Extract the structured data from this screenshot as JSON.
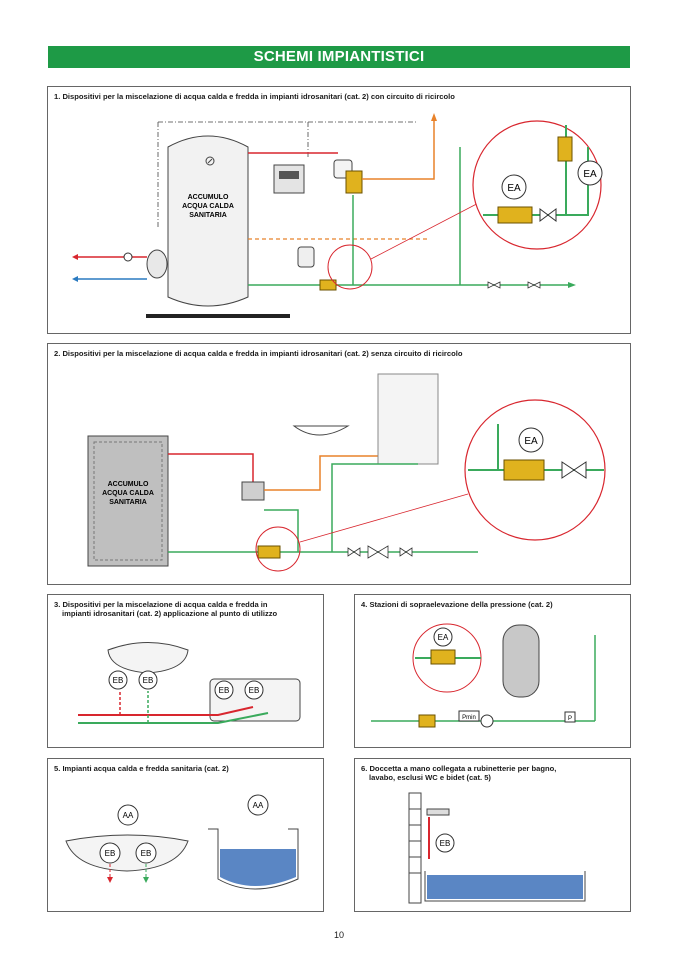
{
  "header": {
    "title": "SCHEMI IMPIANTISTICI"
  },
  "sections": [
    {
      "title": "1. Dispositivi per la miscelazione di acqua calda e fredda in impianti idrosanitari (cat. 2) con circuito di ricircolo",
      "tank_lines": [
        "ACCUMULO",
        "ACQUA CALDA",
        "SANITARIA"
      ],
      "badges": [
        "EA",
        "EA"
      ]
    },
    {
      "title": "2. Dispositivi per la miscelazione di acqua calda e fredda in impianti idrosanitari (cat. 2) senza circuito di ricircolo",
      "tank_lines": [
        "ACCUMULO",
        "ACQUA CALDA",
        "SANITARIA"
      ],
      "badges": [
        "EA"
      ]
    },
    {
      "title_lines": [
        "3. Dispositivi per la miscelazione di acqua calda e fredda in",
        "impianti idrosanitari (cat. 2) applicazione al punto di utilizzo"
      ],
      "badges": [
        "EB",
        "EB",
        "EB",
        "EB"
      ]
    },
    {
      "title": "4. Stazioni di sopraelevazione della pressione (cat. 2)",
      "badges": [
        "EA"
      ],
      "labels": [
        "Pmin",
        "P"
      ]
    },
    {
      "title": "5. Impianti acqua calda e fredda sanitaria (cat. 2)",
      "badges": [
        "AA",
        "AA",
        "EB",
        "EB"
      ]
    },
    {
      "title_lines": [
        "6. Doccetta a mano collegata a rubinetterie per bagno,",
        "lavabo, esclusi WC e bidet (cat. 5)"
      ],
      "badges": [
        "EB"
      ]
    }
  ],
  "footer": {
    "page_number": "10"
  },
  "colors": {
    "brand_green": "#1e9a46",
    "pipe_green": "#3aaa5c",
    "pipe_red": "#d8262e",
    "pipe_orange": "#e8822a",
    "pipe_blue": "#2a7ac0",
    "valve_gold": "#e0b21e",
    "water_blue": "#5a86c4"
  }
}
